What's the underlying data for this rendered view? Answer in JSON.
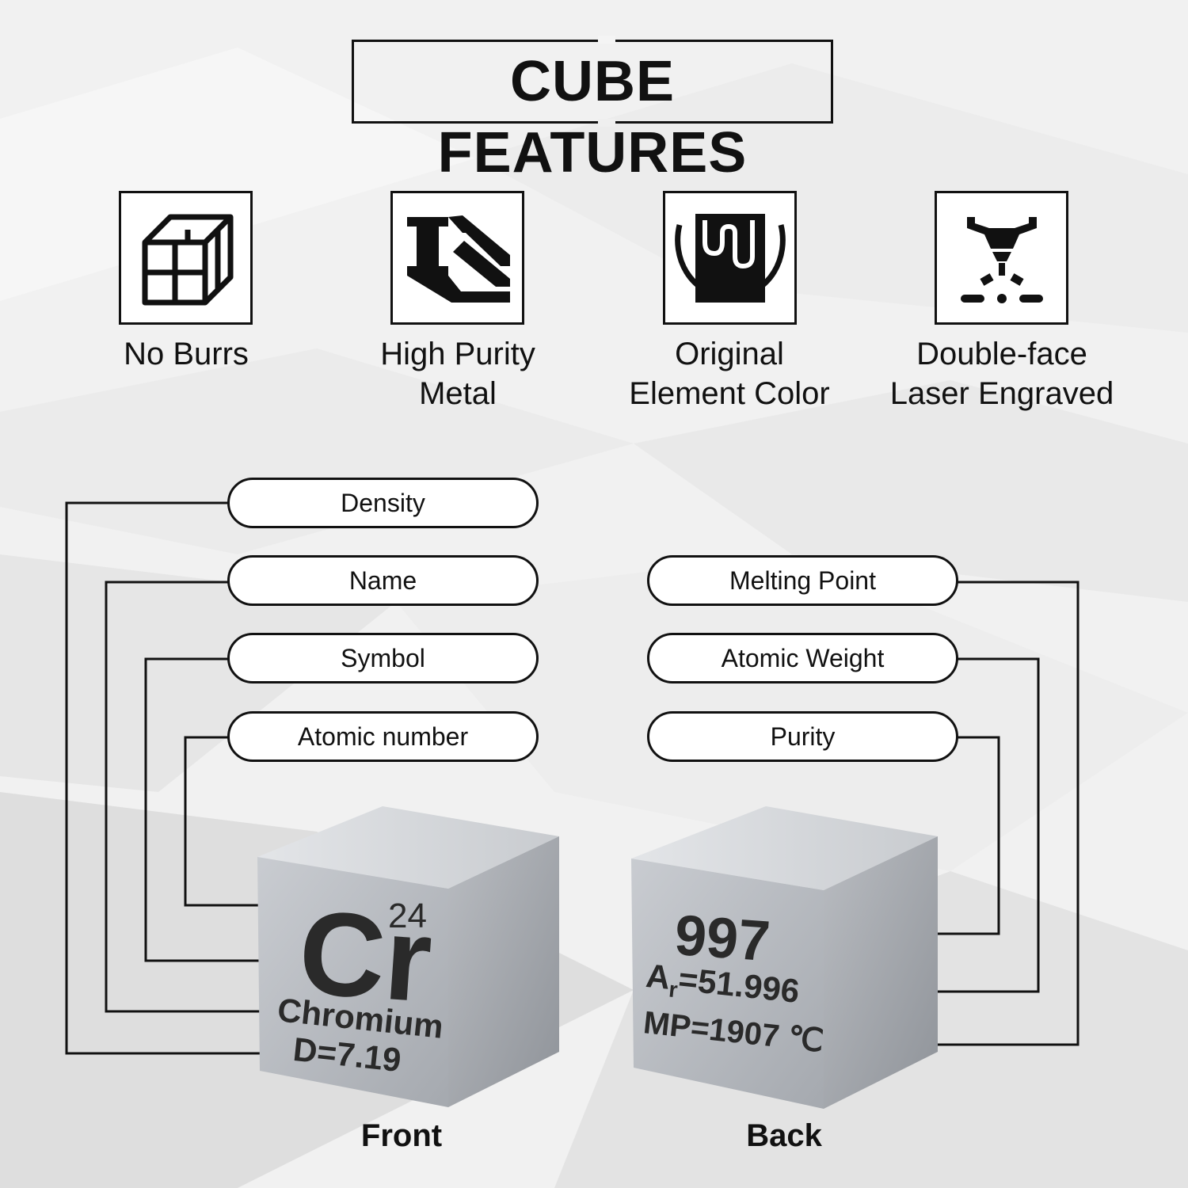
{
  "title": "CUBE FEATURES",
  "features": [
    {
      "label_line1": "No Burrs",
      "label_line2": "",
      "icon": "cube-wireframe-icon"
    },
    {
      "label_line1": "High Purity",
      "label_line2": "Metal",
      "icon": "i-beam-icon"
    },
    {
      "label_line1": "Original",
      "label_line2": "Element Color",
      "icon": "crucible-icon"
    },
    {
      "label_line1": "Double-face",
      "label_line2": "Laser Engraved",
      "icon": "laser-engraver-icon"
    }
  ],
  "front_labels": [
    "Density",
    "Name",
    "Symbol",
    "Atomic number"
  ],
  "back_labels": [
    "Melting Point",
    "Atomic Weight",
    "Purity"
  ],
  "front_cube": {
    "atomic_number": "24",
    "symbol": "Cr",
    "name": "Chromium",
    "density": "D=7.19",
    "caption": "Front"
  },
  "back_cube": {
    "purity": "997",
    "atomic_weight_prefix": "A",
    "atomic_weight_sub": "r",
    "atomic_weight_value": "=51.996",
    "melting_point": "MP=1907 ℃",
    "caption": "Back"
  }
}
